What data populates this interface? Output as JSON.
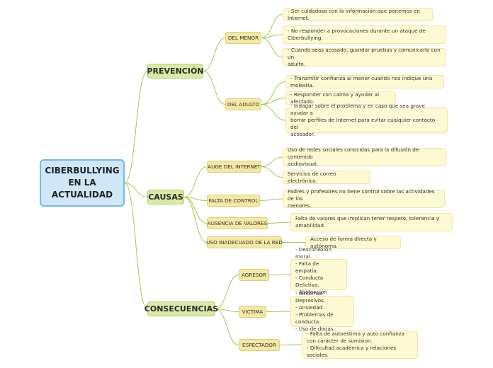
{
  "root": {
    "label": "CIBERBULLYING\nEN LA\nACTUALIDAD"
  },
  "prevencion": {
    "label": "PREVENCIÓN",
    "menor": {
      "label": "DEL MENOR",
      "items": [
        "- Ser cuidadoso con la información que ponemos en Internet.",
        "- No responder a provocaciones durante un ataque de\nCiberbullying.",
        "- Cuando seas acosado, guardar pruebas y comunicarlo con un\nadulto."
      ]
    },
    "adulto": {
      "label": "DEL ADULTO",
      "items": [
        "- Transmitir confianza al menor cuando nos indique una molestia.",
        "- Responder con calma y ayudar al afectado.",
        "- Indagar sobre el problema y en caso que sea grave ayudar a\nborrar perfiles de Internet para evitar cualquier contacto del\nacosador."
      ]
    }
  },
  "causas": {
    "label": "CAUSAS",
    "auge": {
      "label": "AUGE DEL INTERNET",
      "items": [
        "Uso de redes sociales conocidas para la difusión  de contenido\naudiovisual.",
        "Servicios de  correo electrónico."
      ]
    },
    "falta": {
      "label": "FALTA DE CONTROL",
      "items": [
        "Padres y profesores no tiene control  sobre las actividades de los\nmenores."
      ]
    },
    "ausencia": {
      "label": "AUSENCIA DE VALORES",
      "items": [
        "Falta de valores que implican tener respeto, tolerancia y\namabilidad."
      ]
    },
    "uso": {
      "label": "USO INADECUADO  DE LA RED",
      "items": [
        "Acceso de forma directa  y autónoma."
      ]
    }
  },
  "consecuencias": {
    "label": "CONSECUENCIAS",
    "agresor": {
      "label": "AGRESOR",
      "items": [
        "- Desconexión  moral.\n- Falta de empatía.\n- Conducta Delictiva.\n- Abstención escolar."
      ]
    },
    "victima": {
      "label": "VICTIMA",
      "items": [
        "- Síntomas Depresivos.\n- Ansiedad.\n- Problemas de conducta.\n- Uso de dogas."
      ]
    },
    "espectador": {
      "label": "ESPECTADOR",
      "items": [
        "- Falta de autoestima y auto confianza\n  con carácter de sumision.\n- Dificultad académica y relaciones  sociales."
      ]
    }
  },
  "colors": {
    "root_fill": "#cfe7f8",
    "root_border": "#74b9ea",
    "main_fill": "#dbe9a7",
    "sub_fill": "#f3e9a4",
    "leaf_fill": "#fdf9d2",
    "connector": "#a9c84e"
  }
}
